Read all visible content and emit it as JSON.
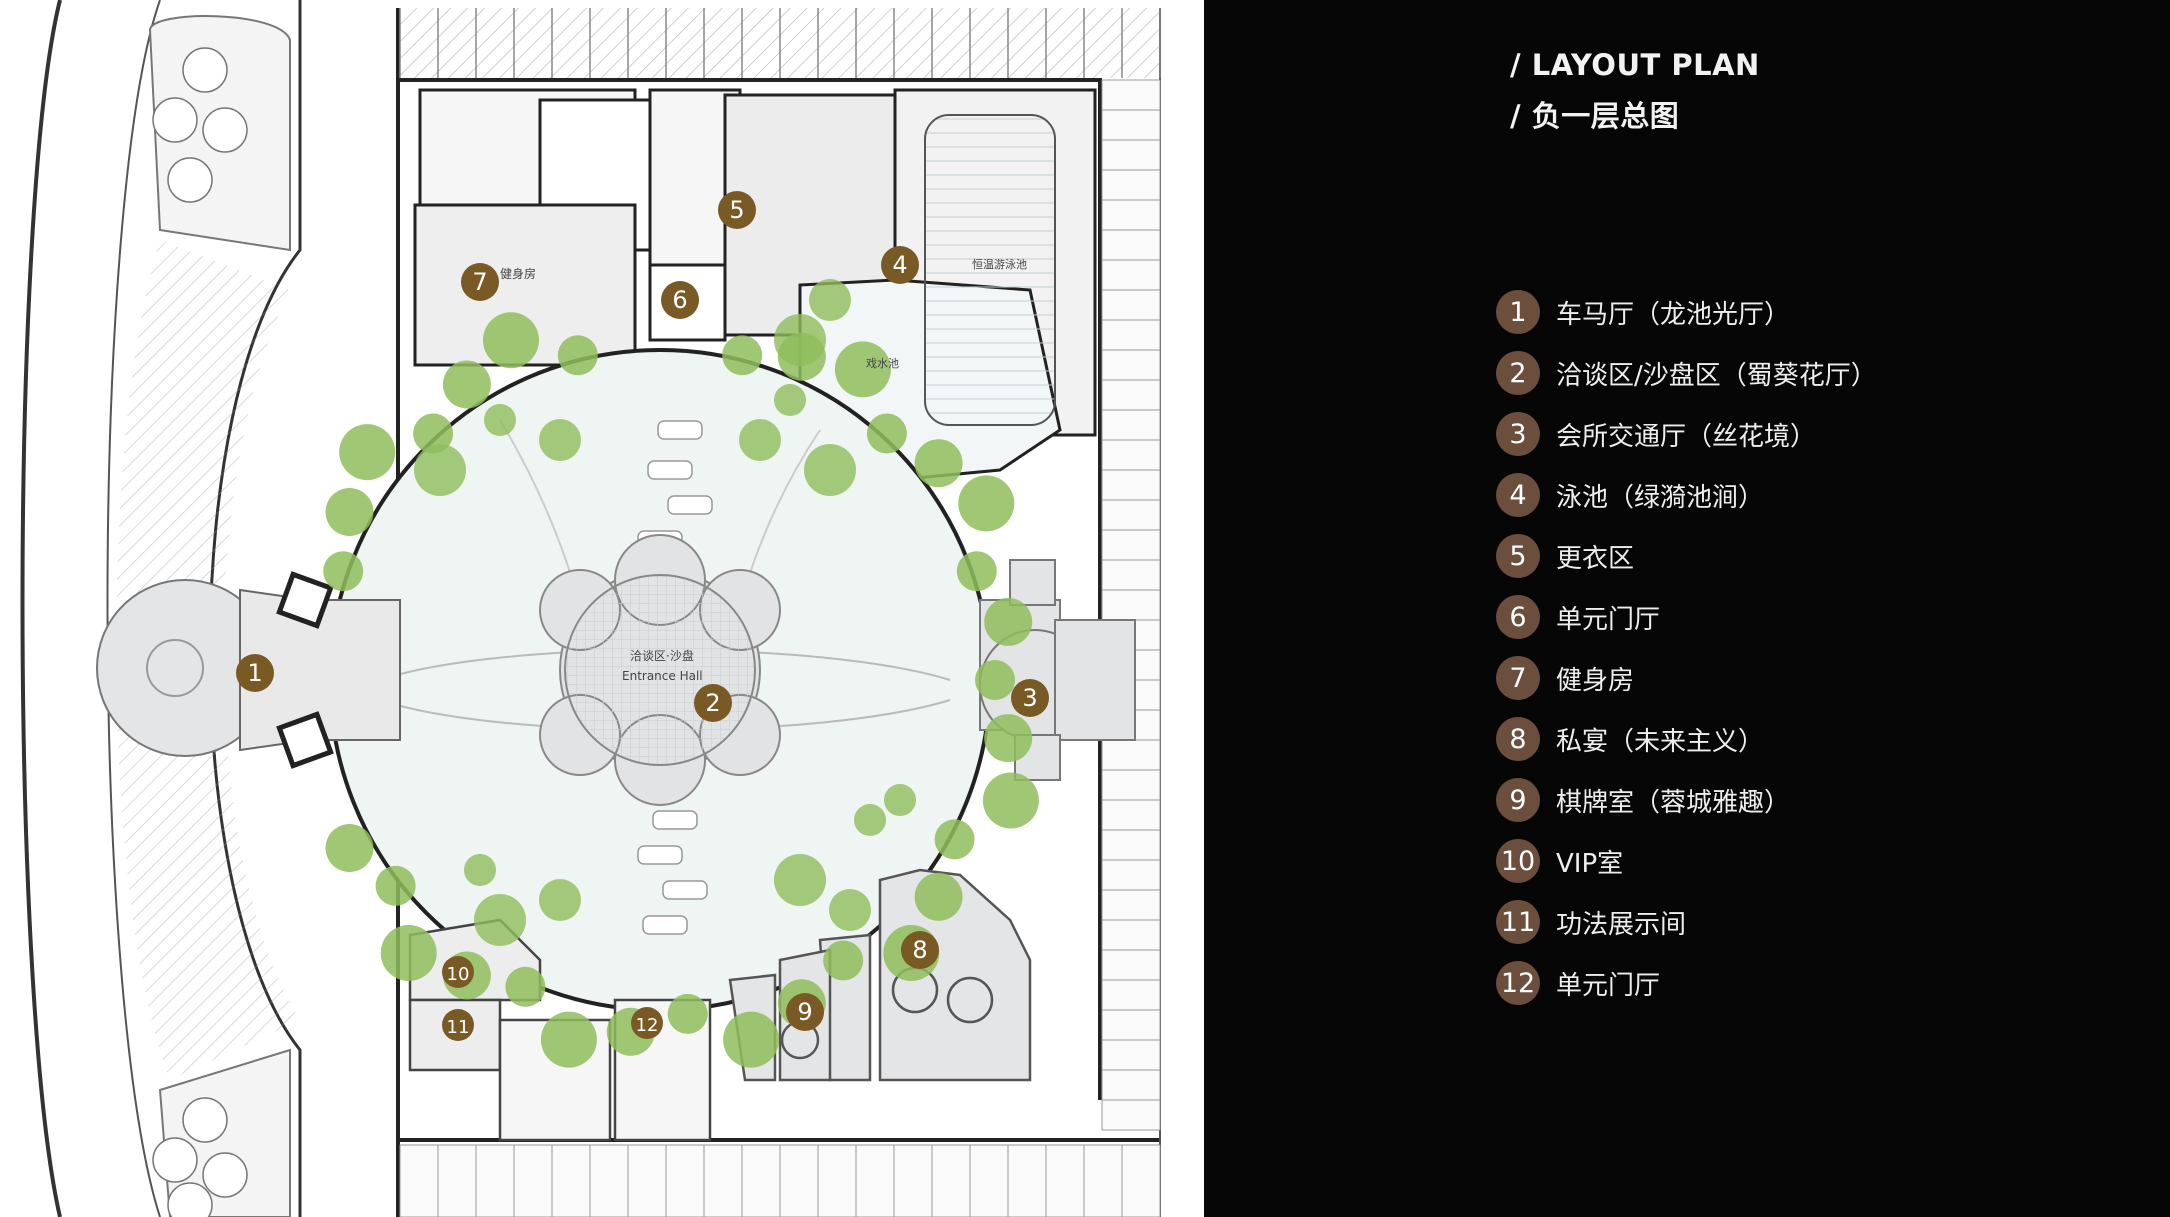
{
  "header": {
    "title_en": "/ LAYOUT PLAN",
    "title_cn": "/ 负一层总图"
  },
  "colors": {
    "page_background": "#070606",
    "marker_fill": "#7a5a24",
    "legend_badge": "#6b4f3c",
    "tree_green": "#8fbd5a",
    "water": "#eef5f3"
  },
  "plan": {
    "room_labels": [
      "健身房",
      "戏水池",
      "恒温游泳池",
      "洽谈区·沙盘",
      "Entrance Hall"
    ],
    "markers": [
      "1",
      "2",
      "3",
      "4",
      "5",
      "6",
      "7",
      "8",
      "9",
      "10",
      "11",
      "12"
    ]
  },
  "legend": [
    {
      "num": "1",
      "label": "车马厅（龙池光厅）"
    },
    {
      "num": "2",
      "label": "洽谈区/沙盘区（蜀葵花厅）"
    },
    {
      "num": "3",
      "label": "会所交通厅（丝花境）"
    },
    {
      "num": "4",
      "label": "泳池（绿漪池涧）"
    },
    {
      "num": "5",
      "label": "更衣区"
    },
    {
      "num": "6",
      "label": "单元门厅"
    },
    {
      "num": "7",
      "label": "健身房"
    },
    {
      "num": "8",
      "label": "私宴（未来主义）"
    },
    {
      "num": "9",
      "label": "棋牌室（蓉城雅趣）"
    },
    {
      "num": "10",
      "label": "VIP室"
    },
    {
      "num": "11",
      "label": "功法展示间"
    },
    {
      "num": "12",
      "label": "单元门厅"
    }
  ]
}
